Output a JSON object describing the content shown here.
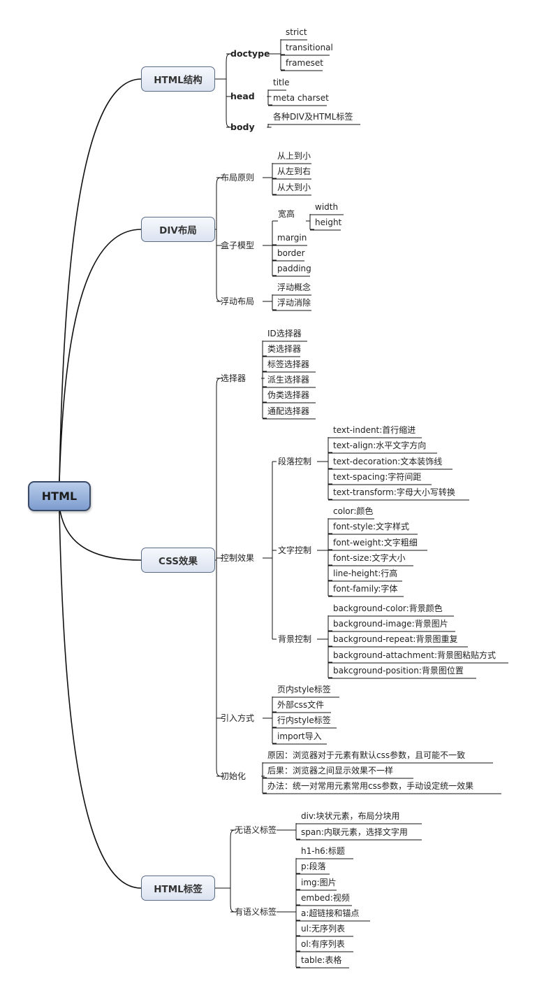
{
  "root": "HTML",
  "branches": [
    {
      "label": "HTML结构",
      "children": [
        {
          "label": "doctype",
          "children": [
            {
              "label": "strict"
            },
            {
              "label": "transitional"
            },
            {
              "label": "frameset"
            }
          ]
        },
        {
          "label": "head",
          "children": [
            {
              "label": "title"
            },
            {
              "label": "meta charset"
            }
          ]
        },
        {
          "label": "body",
          "children": [
            {
              "label": "各种DIV及HTML标签"
            }
          ]
        }
      ]
    },
    {
      "label": "DIV布局",
      "children": [
        {
          "label": "布局原则",
          "children": [
            {
              "label": "从上到小"
            },
            {
              "label": "从左到右"
            },
            {
              "label": "从大到小"
            }
          ]
        },
        {
          "label": "盒子模型",
          "children": [
            {
              "label": "宽高",
              "children": [
                {
                  "label": "width"
                },
                {
                  "label": "height"
                }
              ]
            },
            {
              "label": "margin"
            },
            {
              "label": "border"
            },
            {
              "label": "padding"
            }
          ]
        },
        {
          "label": "浮动布局",
          "children": [
            {
              "label": "浮动概念"
            },
            {
              "label": "浮动消除"
            }
          ]
        }
      ]
    },
    {
      "label": "CSS效果",
      "children": [
        {
          "label": "选择器",
          "children": [
            {
              "label": "ID选择器"
            },
            {
              "label": "类选择器"
            },
            {
              "label": "标签选择器"
            },
            {
              "label": "派生选择器"
            },
            {
              "label": "伪类选择器"
            },
            {
              "label": "通配选择器"
            }
          ]
        },
        {
          "label": "控制效果",
          "children": [
            {
              "label": "段落控制",
              "children": [
                {
                  "label": "text-indent:首行缩进"
                },
                {
                  "label": "text-align:水平文字方向"
                },
                {
                  "label": "text-decoration:文本装饰线"
                },
                {
                  "label": "text-spacing:字符间距"
                },
                {
                  "label": "text-transform:字母大小写转换"
                }
              ]
            },
            {
              "label": "文字控制",
              "children": [
                {
                  "label": "color:颜色"
                },
                {
                  "label": "font-style:文字样式"
                },
                {
                  "label": "font-weight:文字粗细"
                },
                {
                  "label": "font-size:文字大小"
                },
                {
                  "label": "line-height:行高"
                },
                {
                  "label": "font-family:字体"
                }
              ]
            },
            {
              "label": "背景控制",
              "children": [
                {
                  "label": "background-color:背景颜色"
                },
                {
                  "label": "background-image:背景图片"
                },
                {
                  "label": "background-repeat:背景图重复"
                },
                {
                  "label": "background-attachment:背景图粘贴方式"
                },
                {
                  "label": "bakcground-position:背景图位置"
                }
              ]
            }
          ]
        },
        {
          "label": "引入方式",
          "children": [
            {
              "label": "页内style标签"
            },
            {
              "label": "外部css文件"
            },
            {
              "label": "行内style标签"
            },
            {
              "label": "import导入"
            }
          ]
        },
        {
          "label": "初始化",
          "children": [
            {
              "label": "原因：浏览器对于元素有默认css参数，且可能不一致"
            },
            {
              "label": "后果：浏览器之间显示效果不一样"
            },
            {
              "label": "办法：统一对常用元素常用css参数，手动设定统一效果"
            }
          ]
        }
      ]
    },
    {
      "label": "HTML标签",
      "children": [
        {
          "label": "无语义标签",
          "children": [
            {
              "label": "div:块状元素，布局分块用"
            },
            {
              "label": "span:内联元素，选择文字用"
            }
          ]
        },
        {
          "label": "有语义标签",
          "children": [
            {
              "label": "h1-h6:标题"
            },
            {
              "label": "p:段落"
            },
            {
              "label": "img:图片"
            },
            {
              "label": "embed:视频"
            },
            {
              "label": "a:超链接和锚点"
            },
            {
              "label": "ul:无序列表"
            },
            {
              "label": "ol:有序列表"
            },
            {
              "label": "table:表格"
            }
          ]
        }
      ]
    }
  ]
}
